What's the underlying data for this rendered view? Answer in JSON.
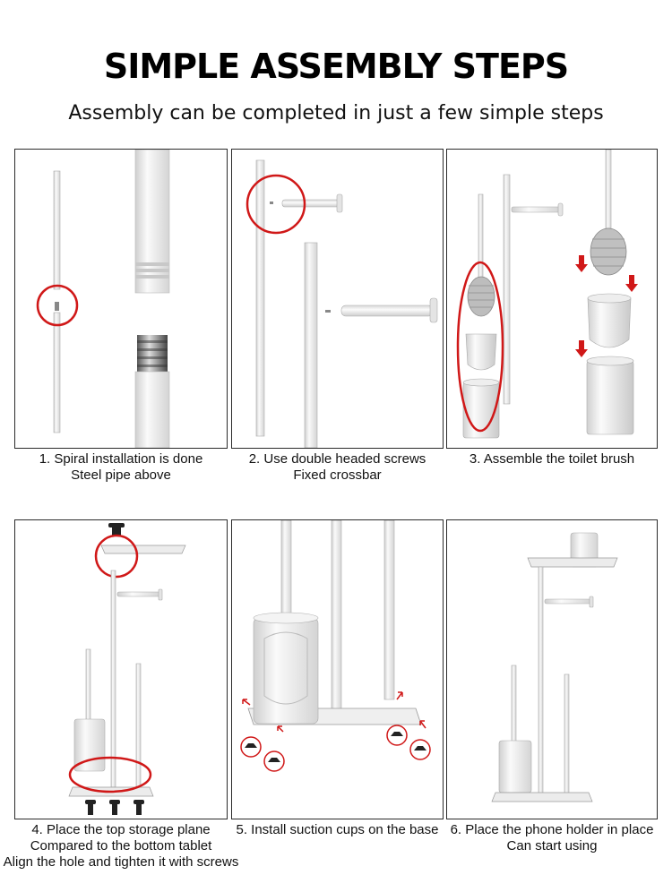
{
  "header": {
    "title": "SIMPLE ASSEMBLY STEPS",
    "subtitle": "Assembly can be completed in just a few simple steps"
  },
  "steps": [
    {
      "lines": [
        "1. Spiral installation is done",
        "Steel pipe above"
      ]
    },
    {
      "lines": [
        "2. Use double headed screws",
        "Fixed crossbar"
      ]
    },
    {
      "lines": [
        "3. Assemble the toilet brush"
      ]
    },
    {
      "lines": [
        "4. Place the top storage plane",
        "Compared to the bottom tablet",
        "Align the hole and tighten it with screws"
      ]
    },
    {
      "lines": [
        "5. Install suction cups on the base"
      ]
    },
    {
      "lines": [
        "6. Place the phone holder in place",
        "Can start using"
      ]
    }
  ],
  "colors": {
    "highlight": "#d01818",
    "metal": "#e9e9e9",
    "outline": "#9a9a9a",
    "border": "#2a2a2a"
  }
}
